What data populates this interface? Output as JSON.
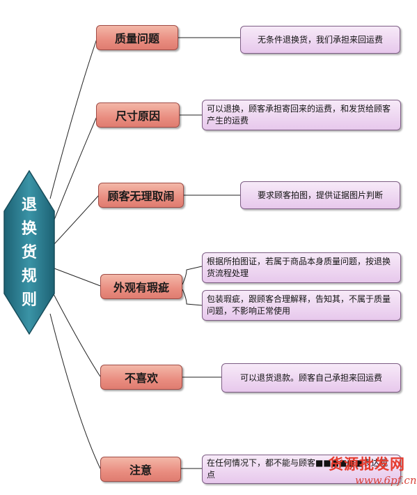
{
  "root": {
    "chars": [
      "退",
      "换",
      "货",
      "规",
      "则"
    ],
    "color": "#2d7d8e"
  },
  "categories": [
    {
      "id": "quality",
      "label": "质量问题"
    },
    {
      "id": "size",
      "label": "尺寸原因"
    },
    {
      "id": "unreasonable",
      "label": "顾客无理取闹"
    },
    {
      "id": "appearance",
      "label": "外观有瑕疵"
    },
    {
      "id": "dislike",
      "label": "不喜欢"
    },
    {
      "id": "note",
      "label": "注意"
    }
  ],
  "leaves": [
    {
      "category": "quality",
      "text": "无条件退换货，我们承担来回运费"
    },
    {
      "category": "size",
      "text": "可以退换，顾客承担寄回来的运费，和发货给顾客产生的运费"
    },
    {
      "category": "unreasonable",
      "text": "要求顾客拍图，提供证据图片判断"
    },
    {
      "category": "appearance",
      "text": "根据所拍图证，若属于商品本身质量问题，按退换货流程处理"
    },
    {
      "category": "appearance",
      "text": "包装瑕疵，跟顾客合理解释，告知其，不属于质量问题，不影响正常使用"
    },
    {
      "category": "dislike",
      "text": "可以退货退款。顾客自己承担来回运费"
    },
    {
      "category": "note",
      "text": "在任何情况下，都不能与顾客■■■■■■表达观点"
    }
  ],
  "watermark": {
    "line1": "货源批发网",
    "line2": "www.6pf.cn"
  }
}
